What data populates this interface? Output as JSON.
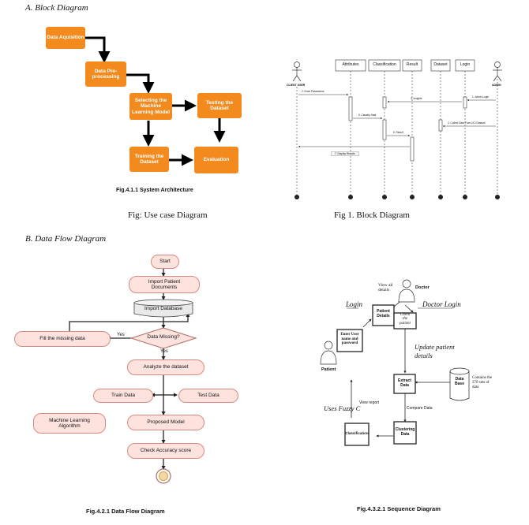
{
  "sections": {
    "a": "A.   Block Diagram",
    "b": "B.   Data Flow Diagram"
  },
  "block": {
    "boxes": [
      "Data Aquisition",
      "Data Pre-\nprocessing",
      "Selecting the\nMachine\nLearning Model",
      "Testing the\nDataset",
      "Training the\nDataset",
      "Evaluation"
    ],
    "inner_caption": "Fig.4.1.1  System Architecture",
    "caption": "Fig: Use case Diagram"
  },
  "sequence": {
    "actors": [
      "CLIENT USER",
      "ADMIN"
    ],
    "lifelines": [
      "Attributes",
      "Classification",
      "Result",
      "Dataset",
      "Login"
    ],
    "messages": [
      "1. Admin Login",
      "2. Enter Parameters",
      "3. Insights",
      "4. Collect Data From UCI Dataset",
      "5. Classify Data",
      "6. Result",
      "7. Display Results"
    ],
    "caption": "Fig 1. Block Diagram"
  },
  "dataflow": {
    "nodes": [
      "Start",
      "Import  Patient\nDocuments",
      "Import Database",
      "Data Missing?",
      "Fill the missing data",
      "Analyze the dataset",
      "Train Data",
      "Test Data",
      "Machine Learning\nAlgorithm",
      "Proposed Model",
      "Check Accuracy score"
    ],
    "yes1": "Yes",
    "yes2": "Yes",
    "caption": "Fig.4.2.1 Data Flow Diagram"
  },
  "seqdiag": {
    "login": "Login",
    "view_all": "View all\ndetails",
    "doctor": "Doctor",
    "doctor_login": "Doctor Login",
    "patient_details": "Patient\nDetails",
    "check_patient": "Check\nthe\npatient",
    "enter_user": "Enter User\nname and\npassword",
    "patient": "Patient",
    "update": "Update patient\ndetails",
    "extract": "Extract\nData",
    "database": "Data\nBase",
    "contains": "Contains the\n270 sets of\ndata",
    "compare": "Compare Data",
    "uses_fuzzy": "Uses Fuzzy C",
    "view_report": "View report",
    "classification": "Classification",
    "clustering": "Clustering\nData",
    "caption": "Fig.4.3.2.1 Sequence Diagram"
  }
}
